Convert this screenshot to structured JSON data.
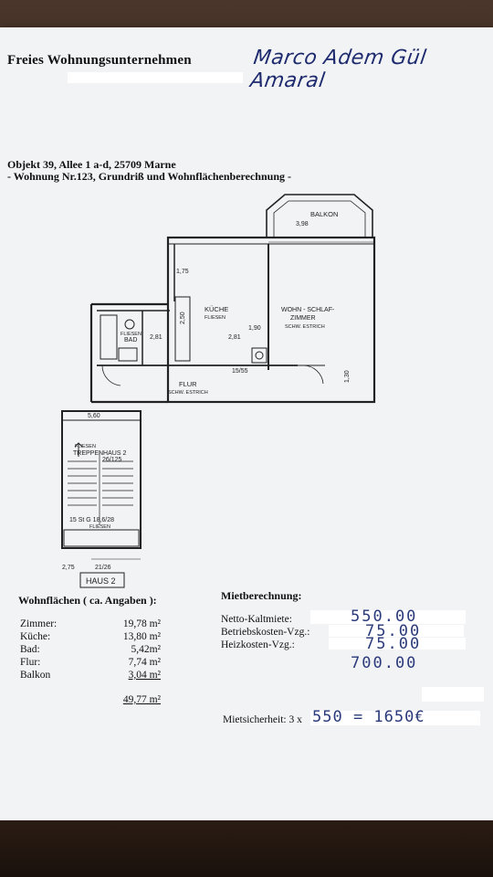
{
  "header": {
    "company": "Freies Wohnungsunternehmen",
    "handwritten_names": "Marco Adem Gül Amaral"
  },
  "address": {
    "line1": "Objekt 39, Allee 1 a-d, 25709 Marne",
    "line2": "- Wohnung Nr.123, Grundriß und Wohnflächenberechnung -"
  },
  "floorplan": {
    "balkon": "BALKON",
    "balkon_dim": "3,98",
    "kueche": "KÜCHE",
    "kueche_sub": "FLIESEN",
    "wohn": "WOHN - SCHLAF-",
    "wohn2": "ZIMMER",
    "wohn_sub": "SCHW. ESTRICH",
    "bad": "FLIESEN",
    "bad2": "BAD",
    "flur": "FLUR",
    "flur_sub": "SCHW. ESTRICH",
    "treppe": "FLIESEN",
    "treppe2": "TREPPENHAUS 2",
    "treppe_steps": "15 St G 18,6/28",
    "treppe_sub": "FLIESEN",
    "haus": "HAUS 2",
    "dim_a": "1,75",
    "dim_b": "2,81",
    "dim_c": "2,81",
    "dim_d": "1,90",
    "dim_e": "15/55",
    "dim_f": "2,50",
    "dim_g": "1,30",
    "dim_h": "5,60",
    "dim_i": "26/125",
    "dim_j": "2,75",
    "dim_k": "21/26"
  },
  "wohnflaechen": {
    "title": "Wohnflächen ( ca. Angaben ):",
    "rows": [
      {
        "label": "Zimmer:",
        "value": "19,78 m²"
      },
      {
        "label": "Küche:",
        "value": "13,80 m²"
      },
      {
        "label": "Bad:",
        "value": "5,42m²"
      },
      {
        "label": "Flur:",
        "value": "7,74 m²"
      },
      {
        "label": "Balkon",
        "value": "3,04 m²"
      }
    ],
    "total": "49,77 m²"
  },
  "miete": {
    "title": "Mietberechnung:",
    "rows": [
      {
        "label": "Netto-Kaltmiete:",
        "value": "550.00"
      },
      {
        "label": "Betriebskosten-Vzg.:",
        "value": "75.00"
      },
      {
        "label": "Heizkosten-Vzg.:",
        "value": "75.00"
      }
    ],
    "total": "700.00",
    "sicherheit_label": "Mietsicherheit: 3 x",
    "sicherheit_value": "550 = 1650€"
  }
}
